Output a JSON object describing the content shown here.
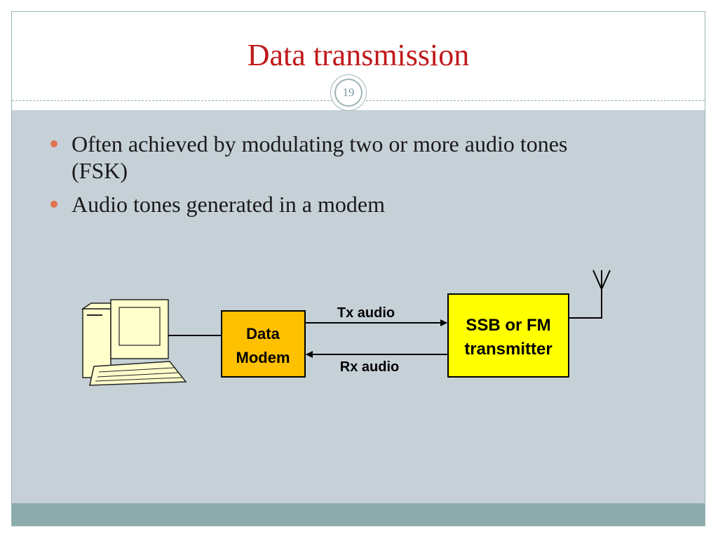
{
  "slide": {
    "title": "Data transmission",
    "page_number": "19"
  },
  "bullets": [
    "Often achieved by modulating two or more audio tones (FSK)",
    "Audio tones generated in a modem"
  ],
  "diagram": {
    "computer_icon": "desktop-computer-icon",
    "modem_label_line1": "Data",
    "modem_label_line2": "Modem",
    "transmitter_label_line1": "SSB or FM",
    "transmitter_label_line2": "transmitter",
    "tx_label": "Tx audio",
    "rx_label": "Rx audio",
    "antenna_icon": "antenna-icon"
  },
  "colors": {
    "title": "#c0191b",
    "bullet": "#e0714e",
    "body_background": "#c6d1d7",
    "footer_band": "#8babac",
    "modem_fill": "#ffc000",
    "transmitter_fill": "#ffff00",
    "computer_fill": "#ffffcc"
  }
}
